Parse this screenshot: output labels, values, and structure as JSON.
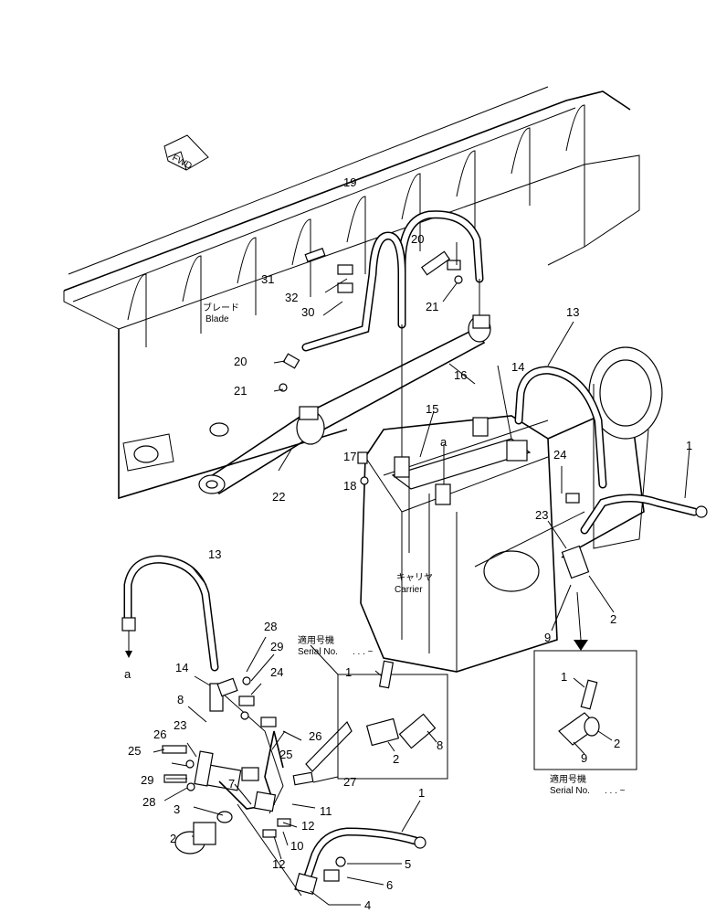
{
  "direction_tag": "FWD",
  "labels": {
    "blade_jp": "ブレード",
    "blade_en": "Blade",
    "carrier_jp": "キャリヤ",
    "carrier_en": "Carrier",
    "serial_jp": "適用号機",
    "serial_en": "Serial No.",
    "serial_dots": ". . . ~",
    "serial2_jp": "適用号機",
    "serial2_en": "Serial No.",
    "serial2_dots": ". . . ~"
  },
  "view_marks": {
    "a_top": "a",
    "a_bottom": "a"
  },
  "callouts": {
    "c1_right": "1",
    "c13_top": "13",
    "c14_top": "14",
    "c15": "15",
    "c16": "16",
    "c17": "17",
    "c18": "18",
    "c19": "19",
    "c20_top": "20",
    "c20_left": "20",
    "c21_top": "21",
    "c21_left": "21",
    "c22": "22",
    "c23_top": "23",
    "c24_top": "24",
    "c30": "30",
    "c31": "31",
    "c32": "32",
    "c2_right": "2",
    "c9_right": "9",
    "c13_bottom": "13",
    "c14_bottom": "14",
    "c8_left": "8",
    "c28_top": "28",
    "c29_top": "29",
    "c24_bottom": "24",
    "c26_right": "26",
    "c25_right": "25",
    "c26_left": "26",
    "c23_bottom": "23",
    "c25_left": "25",
    "c29_left": "29",
    "c28_left": "28",
    "c3": "3",
    "c2_left": "2",
    "c7": "7",
    "c27": "27",
    "c11": "11",
    "c12_a": "12",
    "c10": "10",
    "c12_b": "12",
    "c1_bottom": "1",
    "c5": "5",
    "c6": "6",
    "c4": "4",
    "c1_inset": "1",
    "c2_inset": "2",
    "c8_inset": "8",
    "c1_inset2": "1",
    "c2_inset2": "2",
    "c9_inset2": "9"
  }
}
